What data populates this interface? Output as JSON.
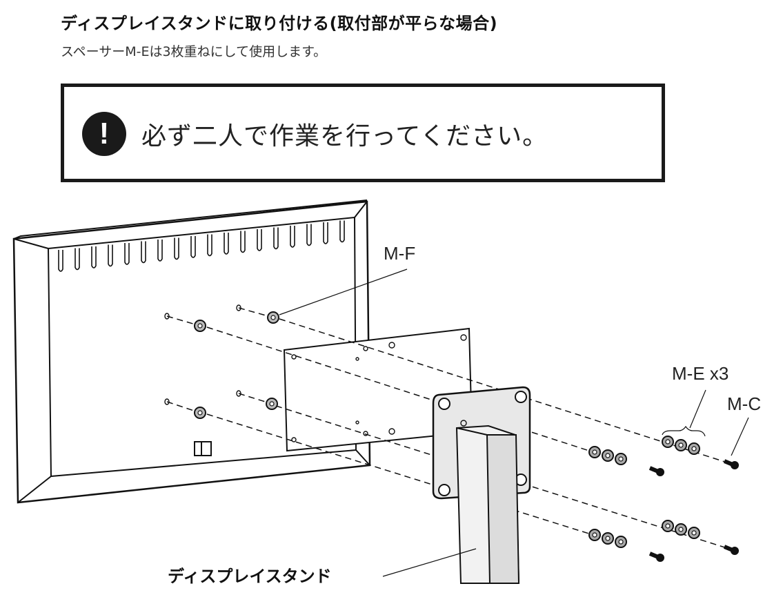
{
  "heading": {
    "title": "ディスプレイスタンドに取り付ける(取付部が平らな場合)",
    "subtitle": "スペーサーM-Eは3枚重ねにして使用します。"
  },
  "warning": {
    "icon": "exclamation-icon",
    "icon_glyph": "!",
    "text": "必ず二人で作業を行ってください。"
  },
  "diagram": {
    "labels": {
      "mf": "M-F",
      "me": "M-E x3",
      "mc": "M-C",
      "stand": "ディスプレイスタンド"
    }
  }
}
